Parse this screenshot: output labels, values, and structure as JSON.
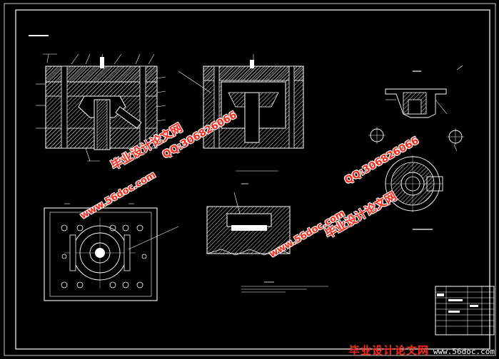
{
  "watermarks": {
    "brand_cn": "毕业设计论文网",
    "url": "www.56doc.com",
    "qq": "QQ:306826066"
  },
  "corner": {
    "brand": "毕业设计论文网",
    "url": "www.56doc.com"
  },
  "colors": {
    "background": "#000000",
    "line": "#ffffff",
    "hatch": "#d8d8d8",
    "watermark": "#ff2a1a"
  }
}
